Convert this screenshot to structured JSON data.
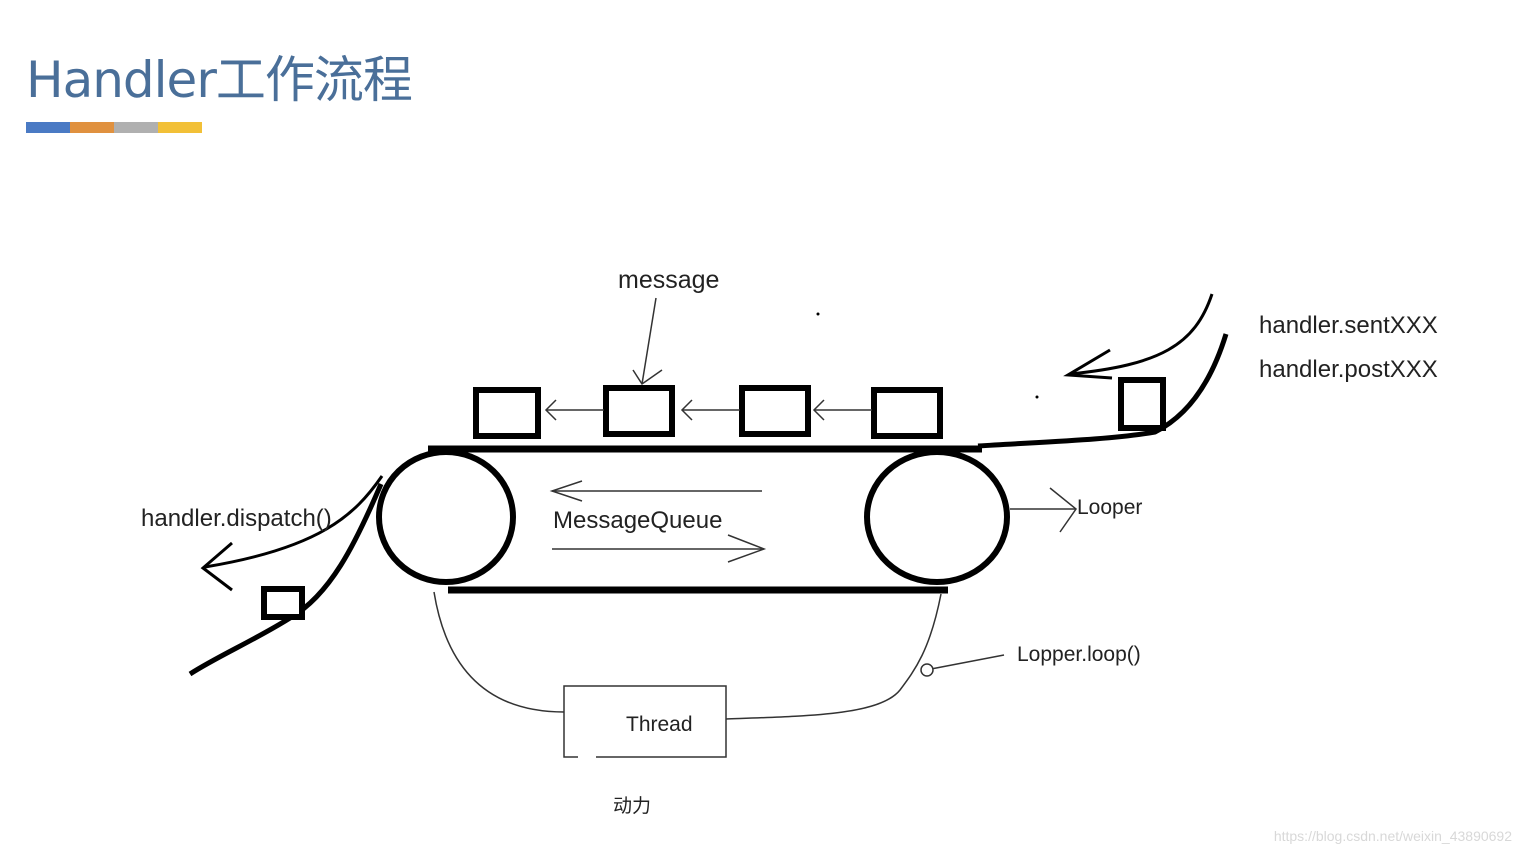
{
  "slide": {
    "title": "Handler工作流程"
  },
  "accent_colors": [
    "#4a7ac4",
    "#e0913f",
    "#b0b0b0",
    "#f2c037"
  ],
  "diagram": {
    "message_label": "message",
    "send_label": "handler.sentXXX",
    "post_label": "handler.postXXX",
    "dispatch_label": "handler.dispatch()",
    "queue_label": "MessageQueue",
    "looper_label": "Looper",
    "loop_label": "Lopper.loop()",
    "thread_label": "Thread",
    "power_label": "动力"
  },
  "watermark": "https://blog.csdn.net/weixin_43890692"
}
